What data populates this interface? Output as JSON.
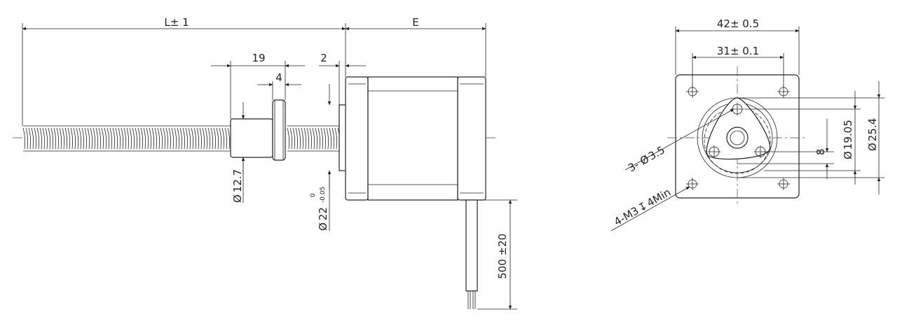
{
  "side_view": {
    "overall_length": "L± 1",
    "motor_length": "E",
    "nut_length": "19",
    "flange_thickness": "4",
    "pilot_length": "2",
    "nut_diameter": "12.7",
    "pilot_diameter": "22",
    "pilot_tol_upper": "0",
    "pilot_tol_lower": "-0.05",
    "lead_length": "500 ±20"
  },
  "front_view": {
    "body_width": "42± 0.5",
    "hole_spacing": "31± 0.1",
    "nut_holes": "3- ",
    "nut_hole_dia": "3.5",
    "mount_holes": "4-M3",
    "mount_depth": "4Min",
    "nut_pcd": "19.05",
    "nut_flange_dia": "25.4",
    "hole_offset": "8"
  },
  "symbols": {
    "diameter": "Ø",
    "depth": "↧"
  }
}
